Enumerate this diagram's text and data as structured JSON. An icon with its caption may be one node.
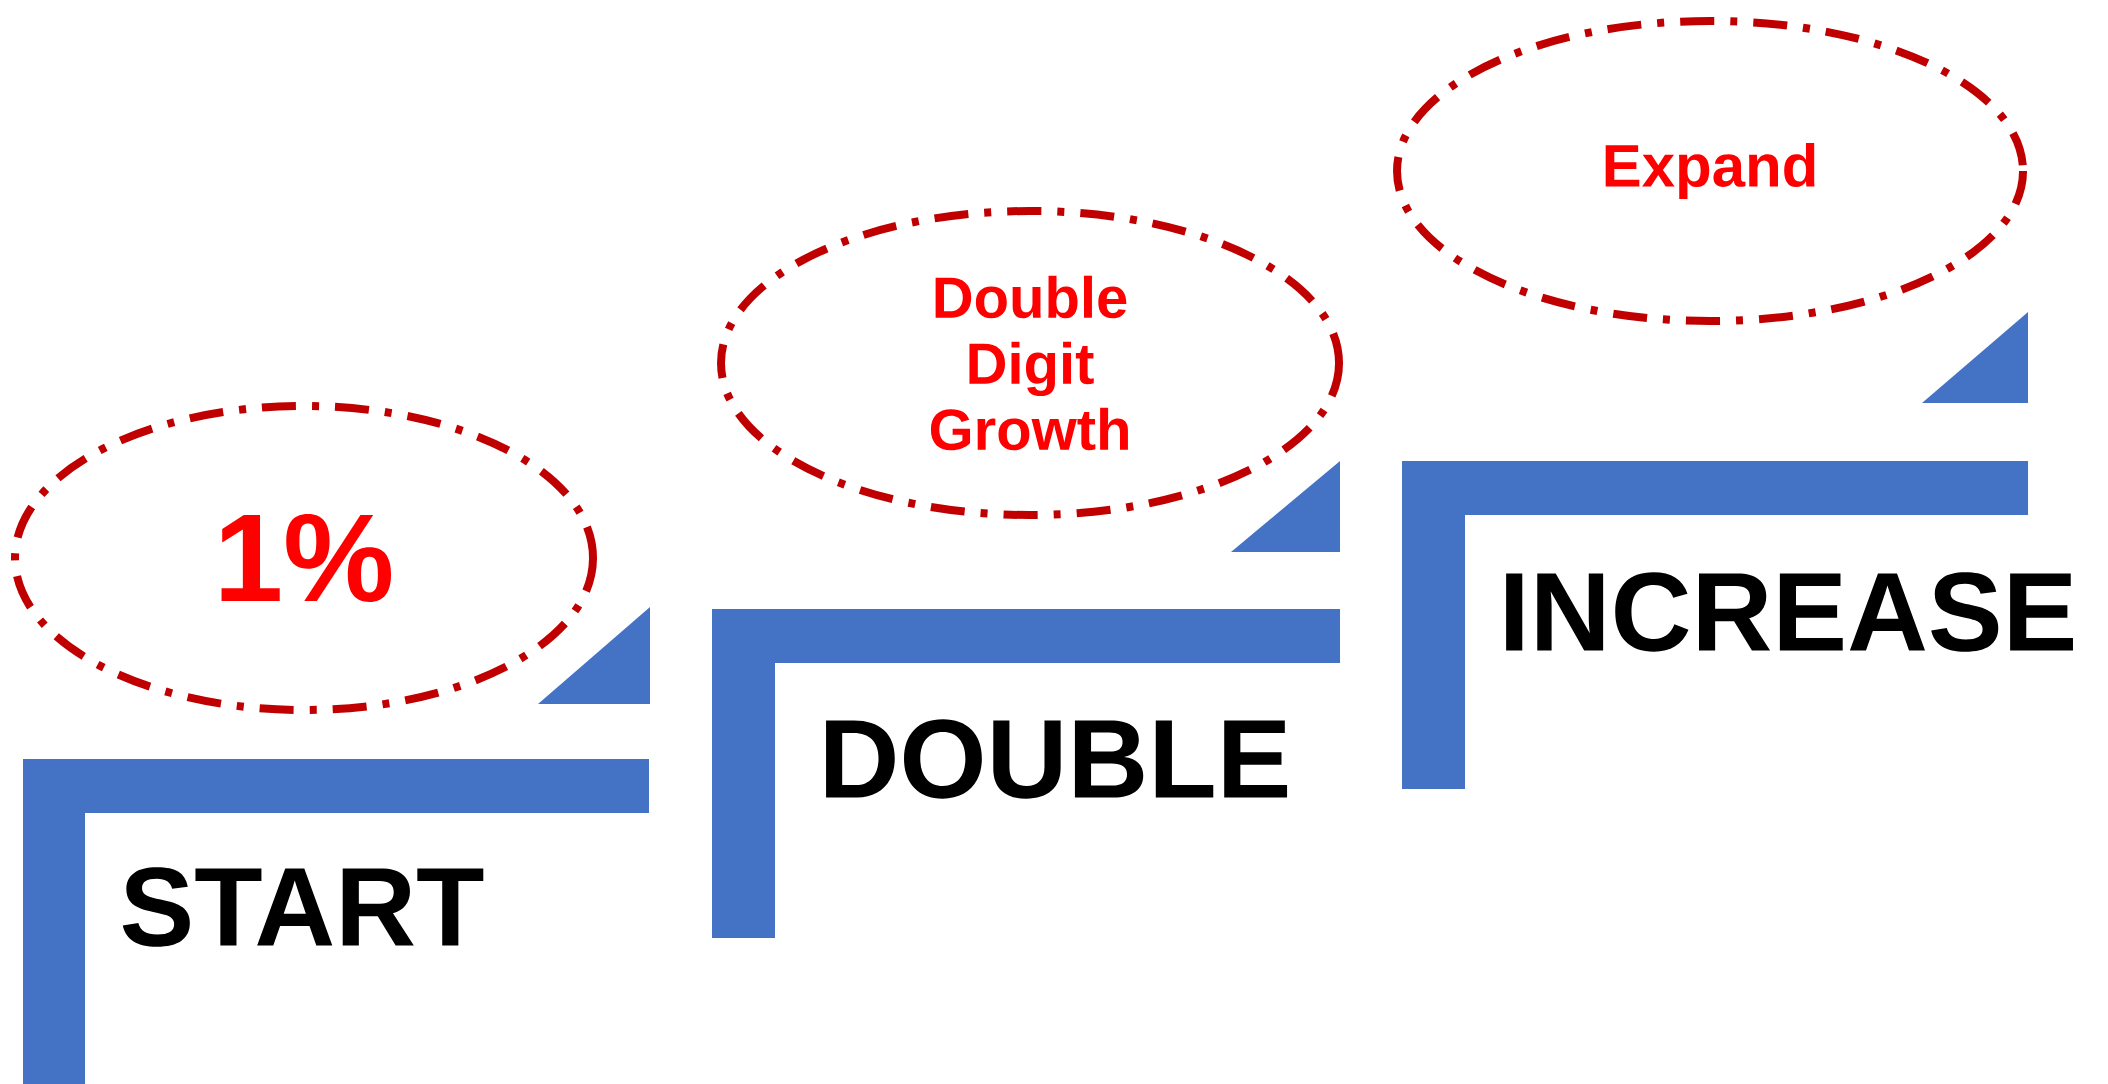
{
  "diagram": {
    "nodes": [
      {
        "text": [
          "1%"
        ]
      },
      {
        "text": [
          "START"
        ]
      },
      {
        "text": [
          "Double Digit Growth"
        ]
      },
      {
        "text": [
          "DOUBLE"
        ]
      },
      {
        "text": [
          "Expand"
        ]
      },
      {
        "text": [
          "INCREASE"
        ]
      }
    ]
  }
}
